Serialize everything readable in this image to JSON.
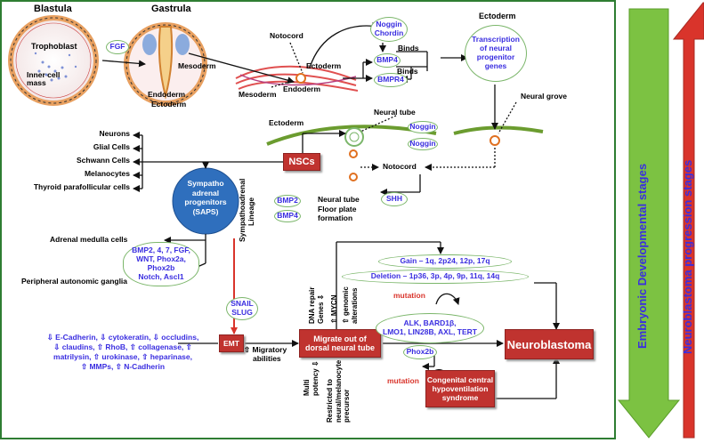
{
  "stages": {
    "blastula": "Blastula",
    "gastrula": "Gastrula",
    "trophoblast": "Trophoblast",
    "inner_cell_mass": "Inner cell mass",
    "fgf": "FGF",
    "mesoderm_gastrula": "Mesoderm",
    "endoderm_gastrula": "Endoderm",
    "ectoderm_gastrula": "Ectoderm"
  },
  "notocord_area": {
    "notocord": "Notocord",
    "ectoderm": "Ectoderm",
    "endoderm": "Endoderm",
    "mesoderm": "Mesoderm",
    "noggin_chordin": [
      "Noggin",
      "Chordin"
    ],
    "binds1": "Binds",
    "binds2": "Binds",
    "bmp4": "BMP4",
    "bmpr4": "BMPR4"
  },
  "ectoderm_right": {
    "title": "Ectoderm",
    "transcription": [
      "Transcription",
      "of neural",
      "progenitor",
      "genes"
    ],
    "neural_grove": "Neural grove"
  },
  "neural_tube_area": {
    "ectoderm": "Ectoderm",
    "neural_tube": "Neural tube",
    "noggin1": "Noggin",
    "noggin2": "Noggin",
    "nscs": "NSCs",
    "notocord": "Notocord",
    "bmp2": "BMP2",
    "bmp4": "BMP4",
    "floor_plate": [
      "Neural tube",
      "Floor plate",
      "formation"
    ],
    "shh": "SHH"
  },
  "derivatives": [
    "Neurons",
    "Glial Cells",
    "Schwann Cells",
    "Melanocytes",
    "Thyroid parafollicular cells"
  ],
  "saps": [
    "Sympatho",
    "adrenal",
    "progenitors",
    "(SAPS)"
  ],
  "sympathoadrenal_lineage": [
    "Sympathoadrenal",
    "Lineage"
  ],
  "adrenal": {
    "adrenal_medulla": "Adrenal medulla cells",
    "factors": [
      "BMP2, 4, 7, FGF,",
      "WNT, Phox2a,",
      "Phox2b",
      "Notch, Ascl1"
    ],
    "peripheral": "Peripheral autonomic ganglia"
  },
  "snail_slug": [
    "SNAIL",
    "SLUG"
  ],
  "emt_markers": [
    "⇩ E-Cadherin, ⇩ cytokeratin, ⇩ occludins,",
    "⇩ claudins, ⇧ RhoB, ⇧ collagenase, ⇧",
    "matrilysin, ⇧ urokinase, ⇧ heparinase,",
    "⇧ MMPs, ⇧ N-Cadherin"
  ],
  "emt": "EMT",
  "migratory": [
    "⇧ Migratory",
    "abilities"
  ],
  "migrate": [
    "Migrate out of",
    "dorsal neural tube"
  ],
  "dna_repair": [
    "DNA repair",
    "Genes ⇩"
  ],
  "mycn": "⇧ MYCN",
  "genomic": [
    "⇧ genomic",
    "alterations"
  ],
  "multi_potency": [
    "Multi",
    "potency ⇩"
  ],
  "restricted": [
    "Restricted to",
    "neural/melanocyte",
    "precursor"
  ],
  "gain": "Gain – 1q, 2p24, 12p, 17q",
  "deletion": "Deletion – 1p36, 3p, 4p, 9p, 11q, 14q",
  "mutation1": "mutation",
  "mutation2": "mutation",
  "genes": [
    "ALK, BARD1β,",
    "LMO1, LIN28B, AXL, TERT"
  ],
  "phox2b": "Phox2b",
  "cchs": [
    "Congenital central",
    "hypoventilation",
    "syndrome"
  ],
  "neuroblastoma": "Neuroblastoma",
  "side_arrows": {
    "embryonic": "Embryonic Developmental stages",
    "progression": "Neuroblastoma progression stages"
  },
  "colors": {
    "green_arrow": "#7cc242",
    "red_arrow": "#d9342b",
    "blue_text": "#3a2ee0",
    "red_box": "#c0332f",
    "saps_circle": "#2f6fbd",
    "nscs_box": "#c0332f"
  }
}
